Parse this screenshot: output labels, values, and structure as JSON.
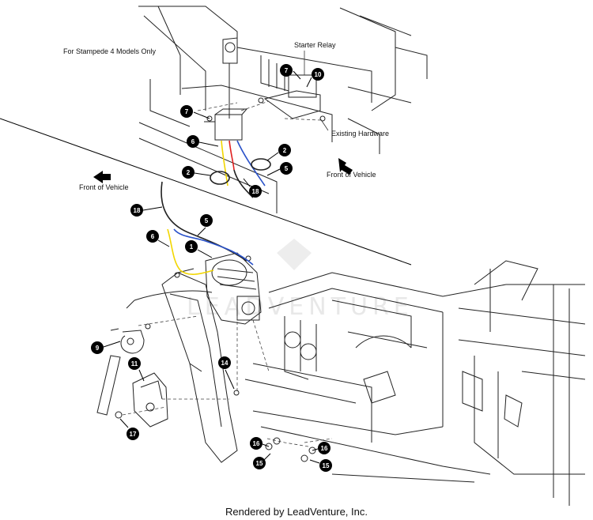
{
  "labels": {
    "model_note": "For Stampede 4 Models Only",
    "starter_relay": "Starter Relay",
    "existing_hardware": "Existing Hardware",
    "front_of_vehicle_left": "Front of Vehicle",
    "front_of_vehicle_right": "Front of Vehicle"
  },
  "callouts": [
    "7",
    "10",
    "7",
    "6",
    "2",
    "2",
    "5",
    "18",
    "18",
    "5",
    "6",
    "1",
    "9",
    "14",
    "11",
    "17",
    "16",
    "15",
    "16",
    "15"
  ],
  "watermark": "LEADVENTURE",
  "footer": "Rendered by LeadVenture, Inc.",
  "colors": {
    "wire_yellow": "#f2d600",
    "wire_red": "#e02020",
    "wire_blue": "#2a52c9",
    "callout": "#000000"
  }
}
